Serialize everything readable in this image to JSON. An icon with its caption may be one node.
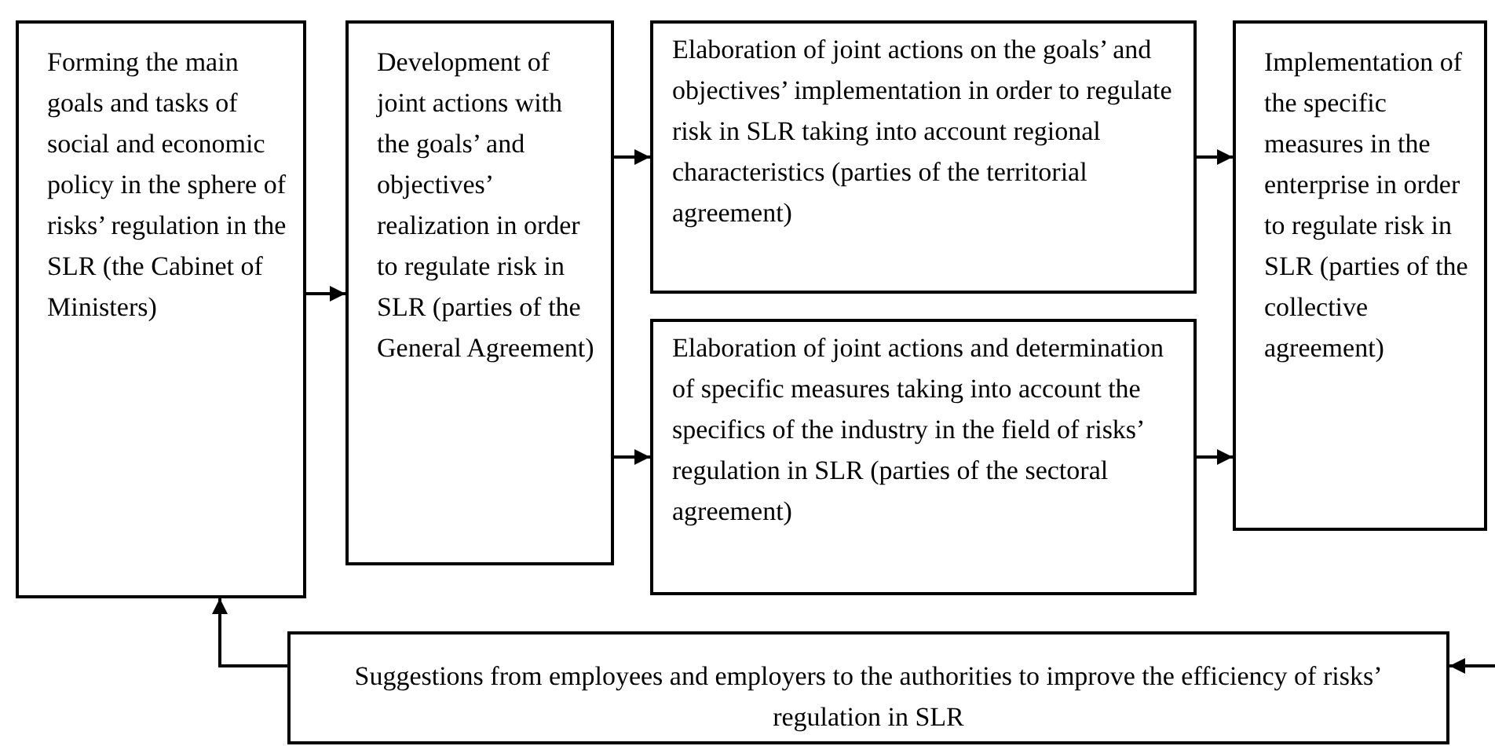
{
  "diagram": {
    "nodes": [
      {
        "text": [
          "Forming the main goals and tasks of social and economic policy in the sphere of risks’ regulation in the SLR (the Cabinet of Ministers)"
        ]
      },
      {
        "text": [
          "Development of joint actions with the goals’ and objectives’ realization in order to regulate risk in SLR (parties of the General Agreement)"
        ]
      },
      {
        "text": [
          "Elaboration of joint actions on the goals’ and objectives’ implementation in order to regulate risk in SLR taking into account regional characteristics (parties of the territorial agreement)"
        ]
      },
      {
        "text": [
          "Elaboration of joint actions and determination of specific measures taking into account the specifics of the industry in the field of risks’ regulation in SLR (parties of the sectoral agreement)"
        ]
      },
      {
        "text": [
          "Implementation of the specific measures in the enterprise in order to regulate risk in SLR (parties of the collective agreement)"
        ]
      },
      {
        "text": [
          "Suggestions from employees and employers to the authorities to improve the efficiency of risks’ regulation in SLR"
        ]
      }
    ],
    "edges": [
      {
        "from": 0,
        "to": 1,
        "arrow": "to"
      },
      {
        "from": 1,
        "to": 2,
        "arrow": "to"
      },
      {
        "from": 1,
        "to": 3,
        "arrow": "to"
      },
      {
        "from": 2,
        "to": 4,
        "arrow": "to"
      },
      {
        "from": 3,
        "to": 4,
        "arrow": "to"
      },
      {
        "from": null,
        "to": 5,
        "arrow": "to"
      },
      {
        "from": 5,
        "to": 0,
        "arrow": "to"
      }
    ]
  }
}
